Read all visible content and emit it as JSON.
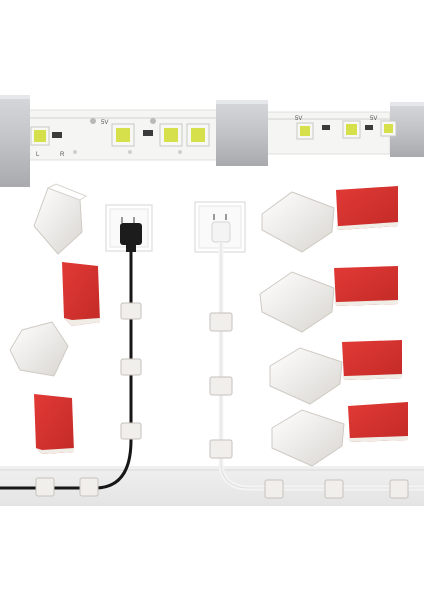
{
  "product": {
    "led_strip_labels": [
      "5V",
      "5V",
      "5V"
    ],
    "led_strip_marks": [
      "L",
      "R"
    ]
  },
  "colors": {
    "clip_white": "#f1efec",
    "adhesive_red": "#d8322f",
    "black_cable": "#161616",
    "white_cable": "#f4f4f4",
    "led_yellow": "#d6e04a",
    "led_strip": "#f4f4f2",
    "aluminum_bracket": "#c9cace",
    "wall_plate": "#ffffff"
  }
}
